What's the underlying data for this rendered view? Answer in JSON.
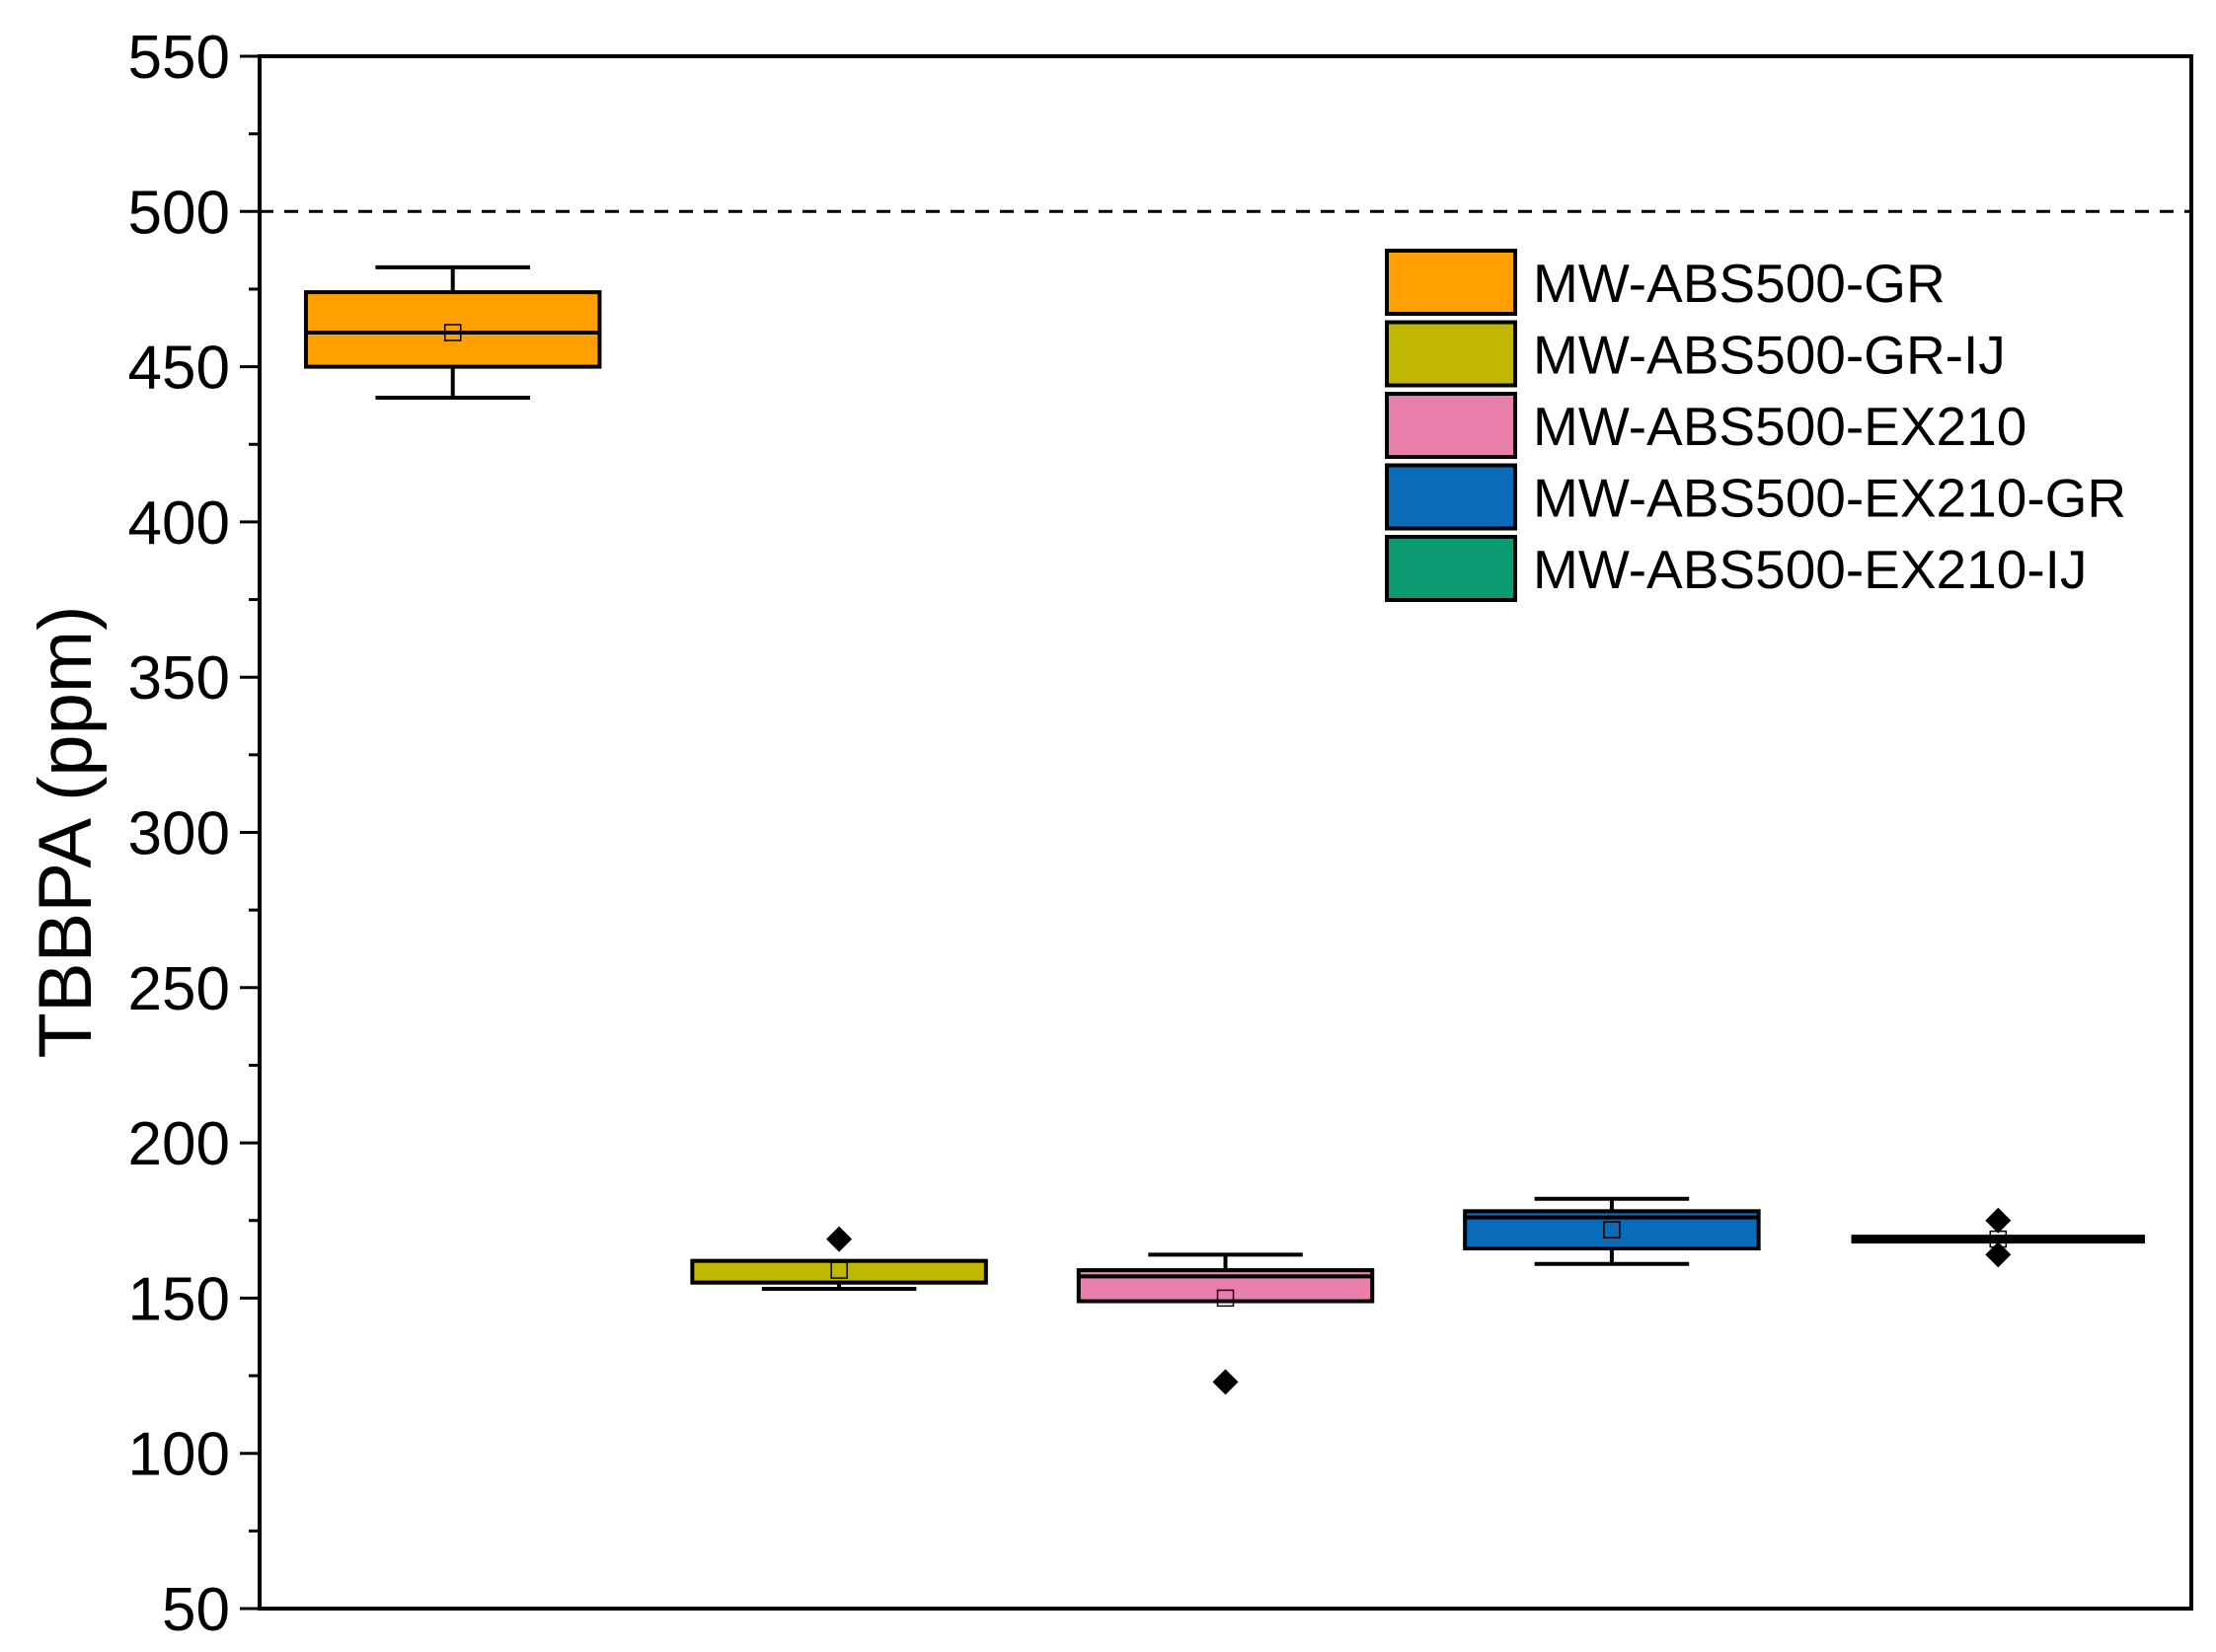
{
  "chart_data": {
    "type": "box",
    "ylabel": "TBBPA (ppm)",
    "xlabel": "",
    "ylim": [
      50,
      550
    ],
    "yticks": [
      "50",
      "100",
      "150",
      "200",
      "250",
      "300",
      "350",
      "400",
      "450",
      "500",
      "550"
    ],
    "reference_line": {
      "y": 500,
      "style": "dashed"
    },
    "grid": false,
    "legend_position": "top-right",
    "series": [
      {
        "name": "MW-ABS500-GR",
        "color": "#FFA000",
        "whisker_low": 440,
        "q1": 450,
        "median": 461,
        "q3": 474,
        "whisker_high": 482,
        "mean": 461,
        "outliers": []
      },
      {
        "name": "MW-ABS500-GR-IJ",
        "color": "#C2B700",
        "whisker_low": 153,
        "q1": 155,
        "median": 155,
        "q3": 162,
        "whisker_high": 162,
        "mean": 159,
        "outliers": [
          169
        ]
      },
      {
        "name": "MW-ABS500-EX210",
        "color": "#E87FAC",
        "whisker_low": 149,
        "q1": 149,
        "median": 157,
        "q3": 159,
        "whisker_high": 164,
        "mean": 150,
        "outliers": [
          123
        ]
      },
      {
        "name": "MW-ABS500-EX210-GR",
        "color": "#0A6BB8",
        "whisker_low": 161,
        "q1": 166,
        "median": 176,
        "q3": 178,
        "whisker_high": 182,
        "mean": 172,
        "outliers": []
      },
      {
        "name": "MW-ABS500-EX210-IJ",
        "color": "#0A9B72",
        "whisker_low": 169,
        "q1": 169,
        "median": 169,
        "q3": 169,
        "whisker_high": 169,
        "mean": 169,
        "outliers": [
          175,
          164
        ]
      }
    ]
  }
}
